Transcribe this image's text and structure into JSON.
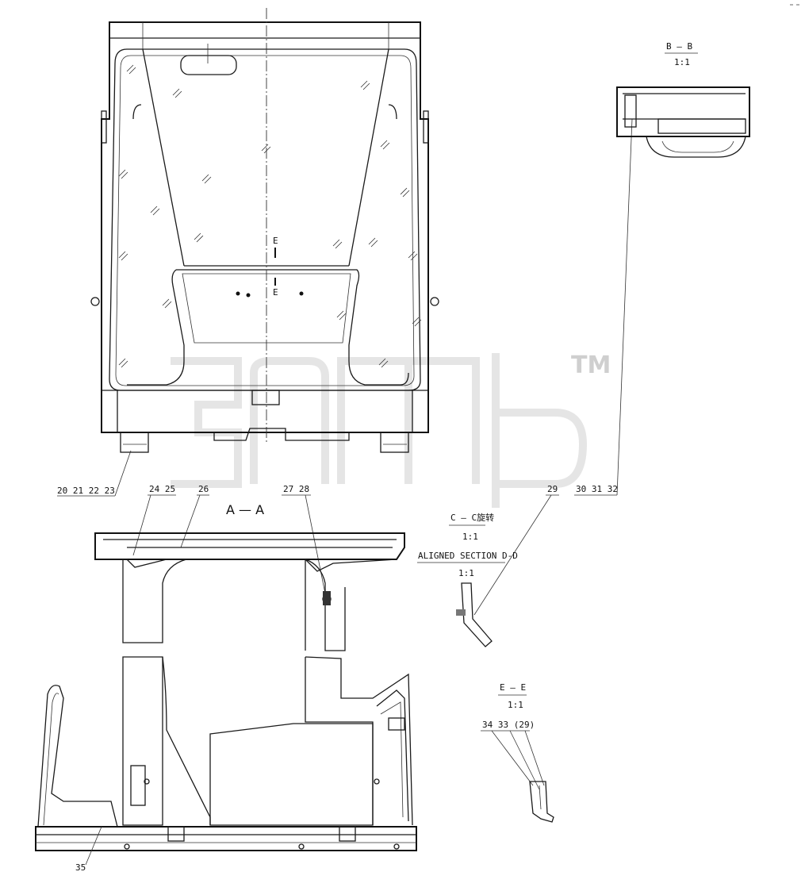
{
  "part_labels": {
    "l20_23": "20 21 22 23",
    "l24_25": "24 25",
    "l26": "26",
    "l27_28": "27 28",
    "l29": "29",
    "l30_32": "30 31 32",
    "l34_33_29": "34 33 (29)",
    "l35": "35"
  },
  "sections": {
    "aa": "A — A",
    "bb": "B — B",
    "bb_scale": "1:1",
    "cc": "C — C旋转",
    "cc_scale": "1:1",
    "dd": "ALIGNED SECTION D-D",
    "dd_scale": "1:1",
    "ee": "E — E",
    "ee_scale": "1:1",
    "e_mark_top": "E",
    "e_mark_bottom": "E"
  },
  "watermark": {
    "trademark": "TM",
    "color": "#cfcfcf"
  },
  "colors": {
    "line": "#1a1a1a",
    "background": "#ffffff"
  }
}
